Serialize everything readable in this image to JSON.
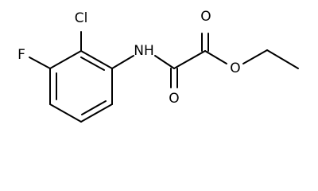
{
  "atoms": {
    "cl": "Cl",
    "f": "F",
    "nh": "NH",
    "o_top": "O",
    "o_ester": "O",
    "o_bottom": "O"
  },
  "colors": {
    "stroke": "#000000",
    "background": "#ffffff"
  }
}
